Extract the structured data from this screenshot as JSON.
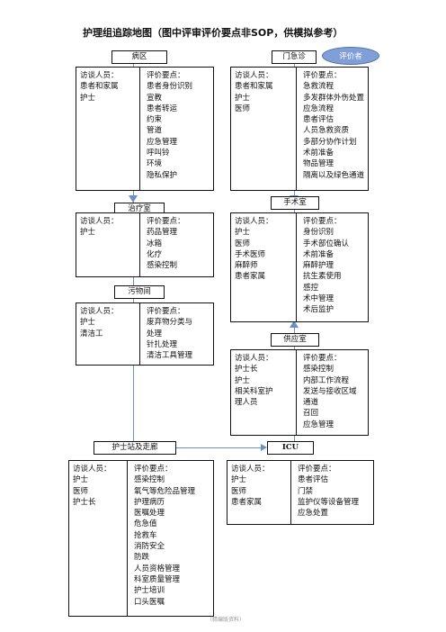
{
  "title": "护理组追踪地图（图中评审评价要点非SOP，供模拟参考）",
  "evaluator": "评价者",
  "areas": {
    "ward": {
      "label": "病区",
      "interviewees": [
        "访谈人员：",
        "患者和家属",
        "护士"
      ],
      "points": [
        "评价要点：",
        "患者身份识别",
        "宣教",
        "患者转运",
        "约束",
        "管道",
        "应急管理",
        "呼叫铃",
        "环境",
        "隐私保护"
      ]
    },
    "emergency": {
      "label": "门急诊",
      "interviewees": [
        "访谈人员：",
        "患者和家属",
        "护士",
        "医师"
      ],
      "points": [
        "评价要点：",
        "急救流程",
        "多发群体外伤处置",
        "应急流程",
        "患者评估",
        "人员急救资质",
        "多部分协作计划",
        "术前准备",
        "物品管理",
        "隔离以及绿色通道"
      ]
    },
    "treatment": {
      "label": "治疗室",
      "interviewees": [
        "访谈人员：",
        "护士"
      ],
      "points": [
        "评价要点：",
        "药品管理",
        "冰箱",
        "化疗",
        "感染控制"
      ]
    },
    "operating_room": {
      "label": "手术室",
      "interviewees": [
        "访谈人员：",
        "护士",
        "医师",
        "手术医师",
        "麻醉师",
        "患者家属"
      ],
      "points": [
        "评价要点：",
        "身份识别",
        "手术部位确认",
        "术前准备",
        "麻醉护理",
        "抗生素使用",
        "感控",
        "术中管理",
        "术后监护"
      ]
    },
    "dirty_room": {
      "label": "污物间",
      "interviewees": [
        "访谈人员：",
        "护士",
        "清洁工"
      ],
      "points": [
        "评价要点：",
        "废弃物分类与",
        "处理",
        "针扎处理",
        "清洁工具管理"
      ]
    },
    "supply_room": {
      "label": "供应室",
      "interviewees": [
        "访谈人员：",
        "护士长",
        "护士",
        "相关科室护",
        "理人员"
      ],
      "points": [
        "评价要点：",
        "感染控制",
        "内部工作流程",
        "发送与接收区域",
        "通道",
        "召回",
        "应急管理"
      ]
    },
    "nurse_station": {
      "label": "护士站及走廊",
      "interviewees": [
        "访谈人员：",
        "护士",
        "医师",
        "护士长"
      ],
      "points": [
        "评价要点：",
        "感染控制",
        "氧气等危险品管理",
        "护理病历",
        "医嘱处理",
        "危急值",
        "抢救车",
        "消防安全",
        "防跌",
        "人员资格管理",
        "科室质量管理",
        "护士培训",
        "口头医嘱"
      ]
    },
    "icu": {
      "label": "ICU",
      "interviewees": [
        "访谈人员：",
        "护士",
        "医师",
        "患者家属"
      ],
      "points": [
        "评价要点：",
        "患者评估",
        "门禁",
        "监护仪等设备管理",
        "应急处置"
      ]
    }
  },
  "footer": "（精编版资料）",
  "colors": {
    "connector": "#6b8fc6",
    "oval_fill": "#7f9fd6",
    "border": "#111111"
  }
}
